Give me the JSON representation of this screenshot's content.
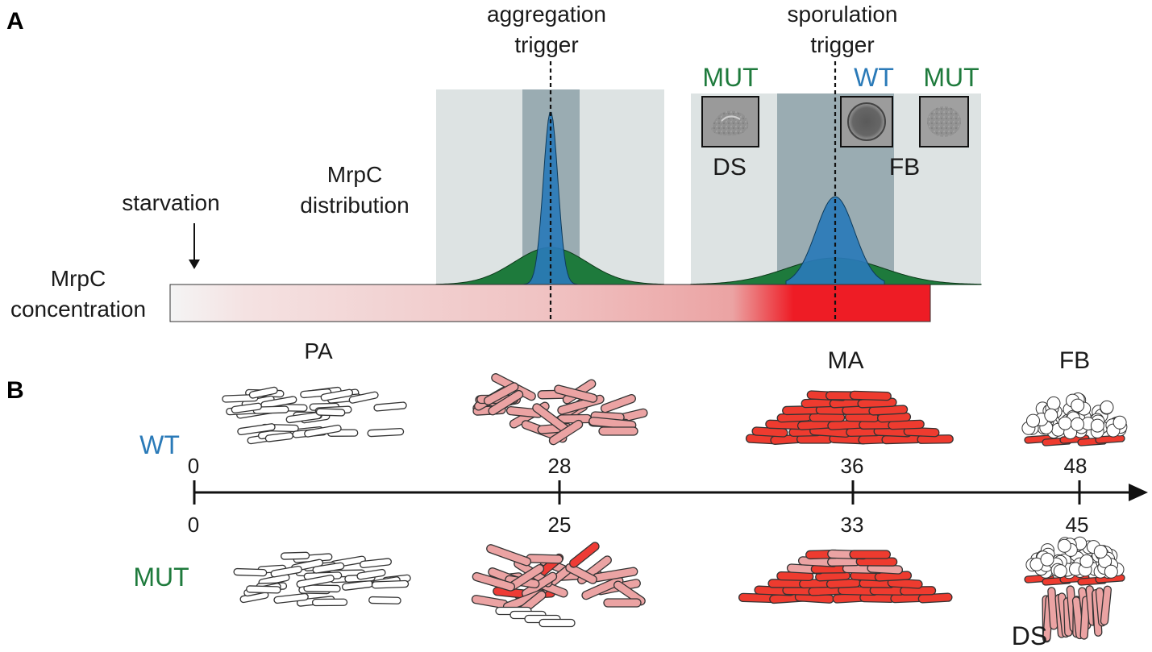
{
  "panel_a": {
    "letter": "A",
    "aggregation_trigger": [
      "aggregation",
      "trigger"
    ],
    "sporulation_trigger": [
      "sporulation",
      "trigger"
    ],
    "mrpc_distribution": [
      "MrpC",
      "distribution"
    ],
    "starvation": "starvation",
    "mrpc_concentration": [
      "MrpC",
      "concentration"
    ],
    "mut_label": "MUT",
    "wt_label": "WT",
    "ds_label": "DS",
    "fb_label": "FB",
    "colors": {
      "wt": "#2a7ab8",
      "mut": "#1e7a3c",
      "gradient_high": "#ee1c25"
    }
  },
  "panel_b": {
    "letter": "B",
    "stages": {
      "pa": "PA",
      "ma": "MA",
      "fb": "FB"
    },
    "wt_label": "WT",
    "mut_label": "MUT",
    "wt_ticks": [
      "0",
      "28",
      "36",
      "48"
    ],
    "mut_ticks": [
      "0",
      "25",
      "33",
      "45"
    ],
    "ds_label": "DS"
  }
}
